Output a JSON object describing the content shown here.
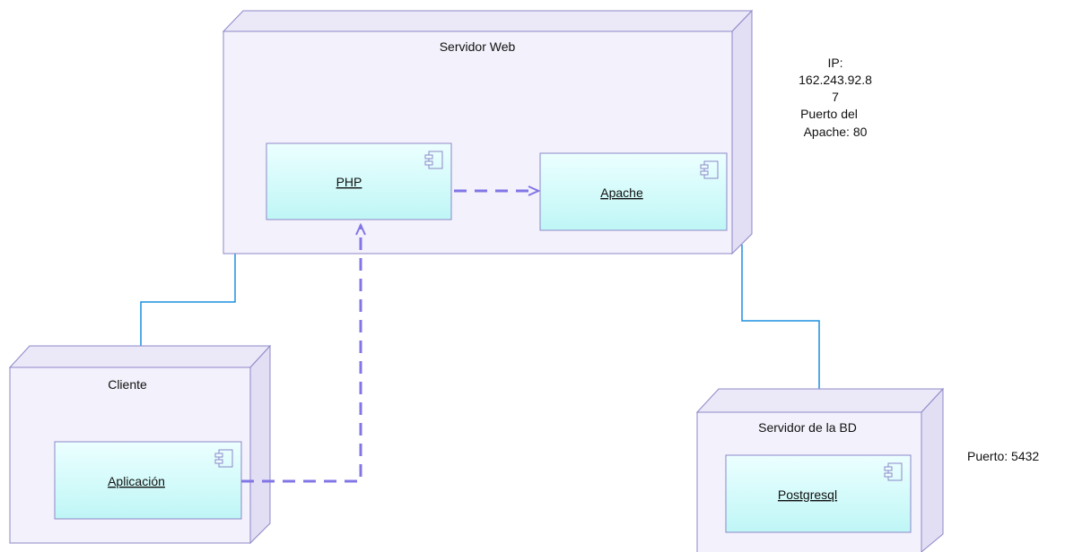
{
  "nodes": {
    "servidor_web": {
      "label": "Servidor Web"
    },
    "cliente": {
      "label": "Cliente"
    },
    "servidor_bd": {
      "label": "Servidor de la BD"
    }
  },
  "components": {
    "php": {
      "label": "PHP"
    },
    "apache": {
      "label": "Apache"
    },
    "aplicacion": {
      "label": "Aplicación"
    },
    "postgresql": {
      "label": "Postgresql"
    }
  },
  "notes": {
    "web_server": [
      "IP:",
      "162.243.92.8",
      "7",
      "Puerto del",
      "Apache: 80"
    ],
    "db_server": [
      "Puerto: 5432"
    ]
  },
  "colors": {
    "node_fill": "#f3f1fb",
    "node_side": "#e2def4",
    "node_stroke": "#8c88c8",
    "component_fill_top": "#ecffff",
    "component_fill_bottom": "#bff6f6",
    "association_line": "#1d8fe0",
    "dependency_line": "#8276e6"
  },
  "icons": {
    "component": "uml-component-icon"
  }
}
